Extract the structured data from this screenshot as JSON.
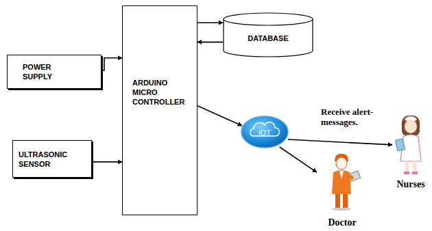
{
  "diagram": {
    "nodes": [
      {
        "text": [
          "POWER SUPPLY"
        ]
      },
      {
        "text": [
          "ULTRASONIC SENSOR"
        ]
      },
      {
        "text": [
          "ARDUINO MICRO CONTROLLER"
        ]
      },
      {
        "text": [
          "DATABASE"
        ]
      },
      {
        "text": [
          "iOT"
        ]
      },
      {
        "text": [
          "Nurses"
        ]
      },
      {
        "text": [
          "Doctor"
        ]
      }
    ],
    "edges": [
      {
        "from": 0,
        "to": 2,
        "arrow": "to"
      },
      {
        "from": 1,
        "to": 2,
        "arrow": "to"
      },
      {
        "from": 2,
        "to": 3,
        "arrow": "to"
      },
      {
        "from": 3,
        "to": 2,
        "arrow": "to"
      },
      {
        "from": 2,
        "to": 4,
        "arrow": "to"
      },
      {
        "from": 4,
        "to": 5,
        "label": "Receive alert- messages.",
        "arrow": "to"
      },
      {
        "from": 4,
        "to": 6,
        "arrow": "to"
      }
    ]
  }
}
